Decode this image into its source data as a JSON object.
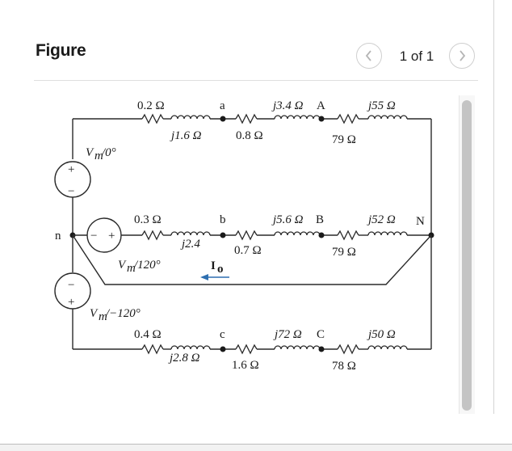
{
  "header": {
    "title": "Figure",
    "pager": "1 of 1"
  },
  "icons": {
    "prev": "chevron-left-icon",
    "next": "chevron-right-icon"
  },
  "colors": {
    "current_arrow": "#2e6fb0",
    "scroll_thumb": "#c4c4c4"
  },
  "circuit": {
    "nodes": {
      "a": "a",
      "b": "b",
      "c": "c",
      "n": "n",
      "N": "N",
      "A": "A",
      "B": "B",
      "C": "C"
    },
    "phase_a": {
      "source": "V",
      "source_sub": "m",
      "source_angle": "/0°",
      "r_line": "0.2 Ω",
      "x_line": "j1.6 Ω",
      "r_wire": "0.8 Ω",
      "x_wire": "j3.4 Ω",
      "r_load": "79 Ω",
      "x_load": "j55 Ω"
    },
    "phase_b": {
      "source": "V",
      "source_sub": "m",
      "source_angle": "/120°",
      "r_line": "0.3 Ω",
      "x_line": "j2.4",
      "r_wire": "0.7 Ω",
      "x_wire": "j5.6 Ω",
      "r_load": "79 Ω",
      "x_load": "j52 Ω"
    },
    "phase_c": {
      "source": "V",
      "source_sub": "m",
      "source_angle": "/−120°",
      "r_line": "0.4 Ω",
      "x_line": "j2.8 Ω",
      "r_wire": "1.6 Ω",
      "x_wire": "j72 Ω",
      "r_load": "78 Ω",
      "x_load": "j50 Ω"
    },
    "current": {
      "label": "I",
      "sub": "o"
    },
    "sign_plus": "+",
    "sign_minus": "−"
  }
}
